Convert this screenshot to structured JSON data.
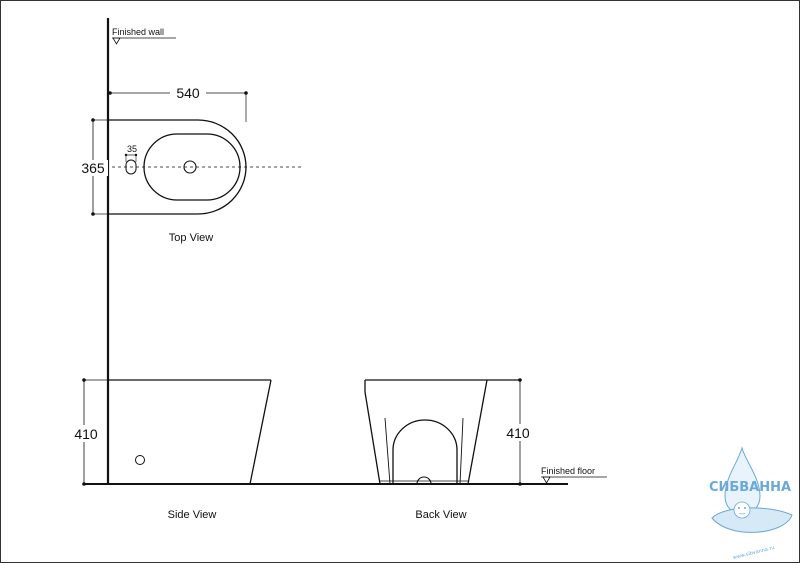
{
  "labels": {
    "finished_wall": "Finished wall",
    "finished_floor": "Finished floor",
    "top_view": "Top View",
    "side_view": "Side View",
    "back_view": "Back View"
  },
  "dimensions": {
    "length": "540",
    "width": "365",
    "hole": "35",
    "height_side": "410",
    "height_back": "410"
  },
  "logo": {
    "name": "СИБВАННА",
    "url": "www.sibvanna.ru"
  },
  "colors": {
    "line": "#111111",
    "logo": "#6aa9d8"
  }
}
